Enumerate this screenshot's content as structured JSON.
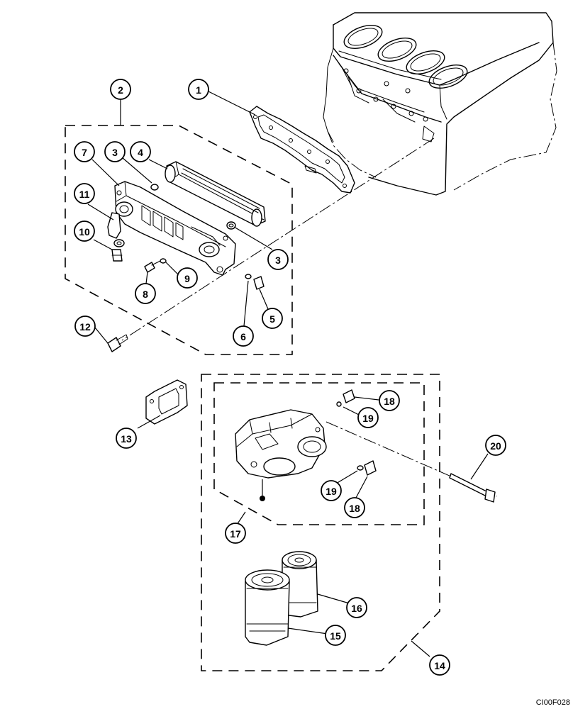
{
  "callouts": [
    {
      "id": "c1",
      "label": "1"
    },
    {
      "id": "c2",
      "label": "2"
    },
    {
      "id": "c3a",
      "label": "3"
    },
    {
      "id": "c3b",
      "label": "3"
    },
    {
      "id": "c4",
      "label": "4"
    },
    {
      "id": "c5",
      "label": "5"
    },
    {
      "id": "c6",
      "label": "6"
    },
    {
      "id": "c7",
      "label": "7"
    },
    {
      "id": "c8",
      "label": "8"
    },
    {
      "id": "c9",
      "label": "9"
    },
    {
      "id": "c10",
      "label": "10"
    },
    {
      "id": "c11",
      "label": "11"
    },
    {
      "id": "c12",
      "label": "12"
    },
    {
      "id": "c13",
      "label": "13"
    },
    {
      "id": "c14",
      "label": "14"
    },
    {
      "id": "c15",
      "label": "15"
    },
    {
      "id": "c16",
      "label": "16"
    },
    {
      "id": "c17",
      "label": "17"
    },
    {
      "id": "c18a",
      "label": "18"
    },
    {
      "id": "c18b",
      "label": "18"
    },
    {
      "id": "c19a",
      "label": "19"
    },
    {
      "id": "c19b",
      "label": "19"
    },
    {
      "id": "c20",
      "label": "20"
    }
  ],
  "figure_code": "CI00F028"
}
